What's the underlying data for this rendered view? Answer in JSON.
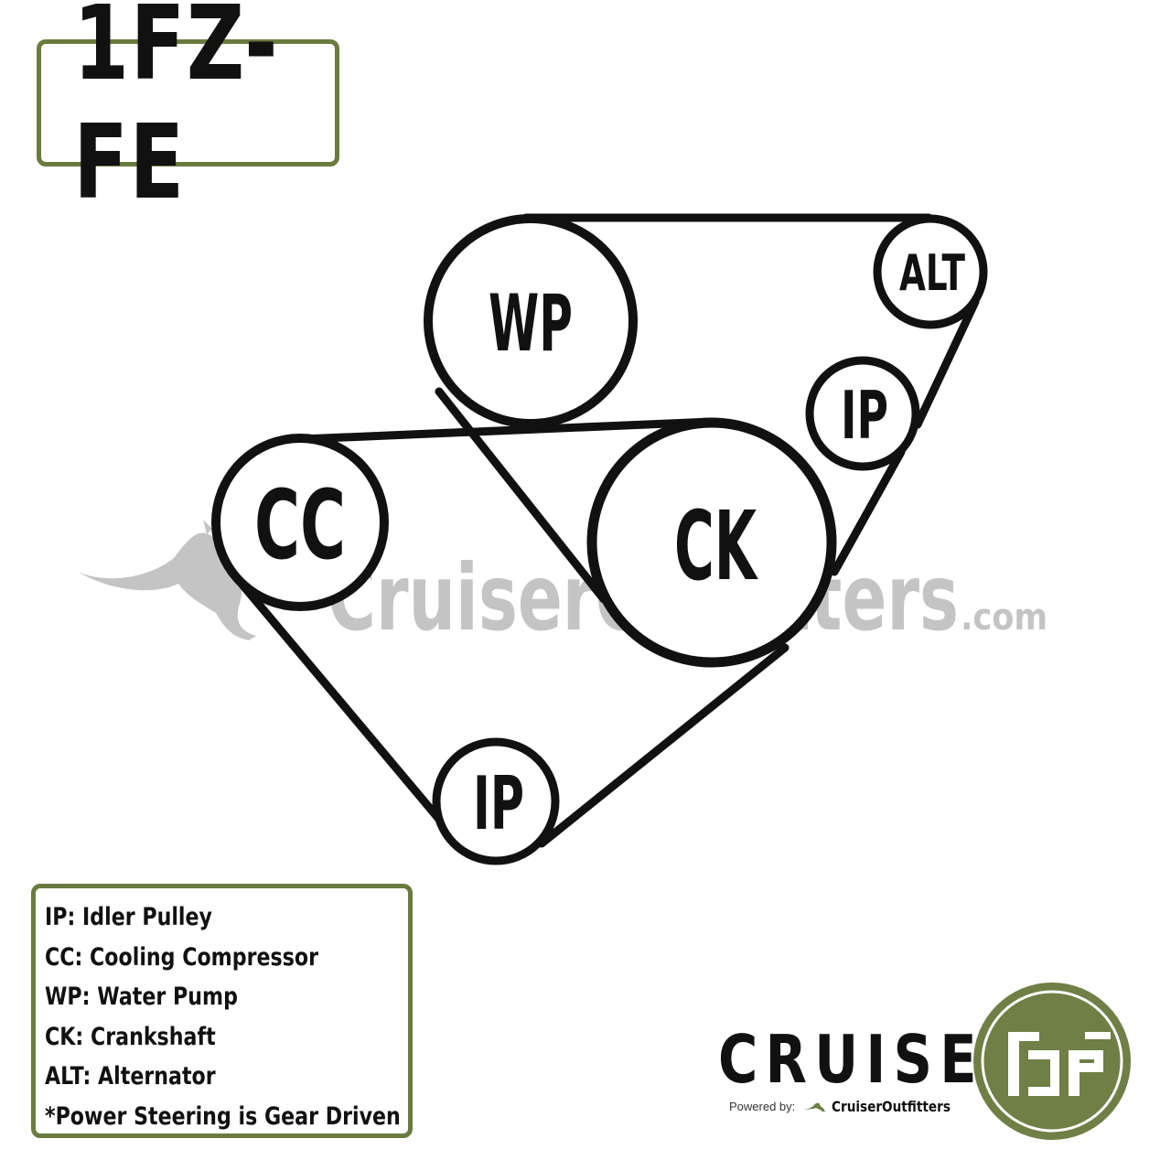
{
  "title": "1FZ-FE",
  "watermark": {
    "main": "CruiserOutfitters",
    "suffix": ".com"
  },
  "pulleys": [
    {
      "id": "wp",
      "label": "WP"
    },
    {
      "id": "alt",
      "label": "ALT"
    },
    {
      "id": "ip-upper",
      "label": "IP"
    },
    {
      "id": "cc",
      "label": "CC"
    },
    {
      "id": "ck",
      "label": "CK"
    },
    {
      "id": "ip-lower",
      "label": "IP"
    }
  ],
  "legend": [
    "IP: Idler Pulley",
    "CC: Cooling Compressor",
    "WP: Water Pump",
    "CK: Crankshaft",
    "ALT: Alternator",
    "*Power Steering is Gear Driven"
  ],
  "brand": {
    "name": "CRUISER",
    "powered_by": "Powered by:",
    "company": "CruiserOutfitters",
    "badge_mark": "fj-logo"
  },
  "colors": {
    "accent_olive": "#6b7b3f",
    "badge_fill": "#6f7f45",
    "watermark_gray": "#c4c4c4",
    "ink": "#111111"
  }
}
